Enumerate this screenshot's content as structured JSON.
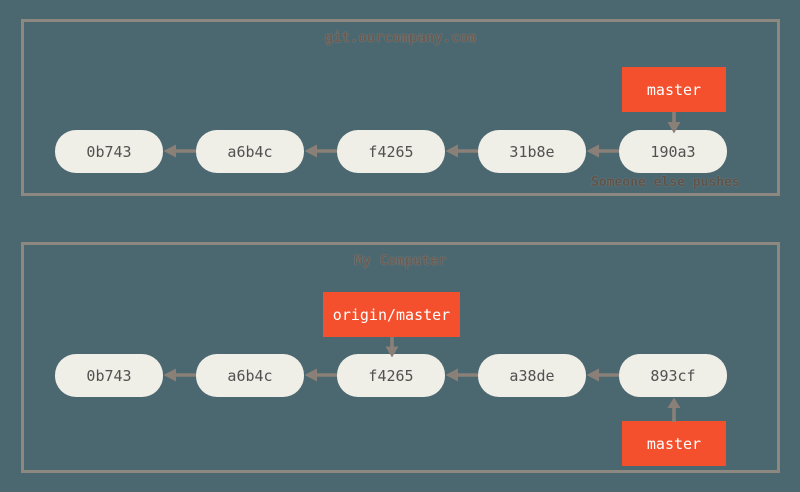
{
  "canvas": {
    "background_color": "#4b6770",
    "panel_border_color": "#8d8880",
    "arrow_color": "#8a8077",
    "commit_fill_color": "#efeee7",
    "commit_text_color": "#555050",
    "ref_box_color": "#f4502d",
    "ref_text_color": "#ffffff",
    "title_text_color": "#6a5c52"
  },
  "panels": [
    {
      "id": "remote",
      "title": "git.ourcompany.com",
      "commits": [
        {
          "sha": "0b743"
        },
        {
          "sha": "a6b4c"
        },
        {
          "sha": "f4265"
        },
        {
          "sha": "31b8e"
        },
        {
          "sha": "190a3"
        }
      ],
      "refs": [
        {
          "name": "master",
          "points_to": "190a3",
          "direction": "down"
        }
      ],
      "note": "Someone else pushes"
    },
    {
      "id": "local",
      "title": "My Computer",
      "commits": [
        {
          "sha": "0b743"
        },
        {
          "sha": "a6b4c"
        },
        {
          "sha": "f4265"
        },
        {
          "sha": "a38de"
        },
        {
          "sha": "893cf"
        }
      ],
      "refs": [
        {
          "name": "origin/master",
          "points_to": "f4265",
          "direction": "down"
        },
        {
          "name": "master",
          "points_to": "893cf",
          "direction": "up"
        }
      ],
      "note": ""
    }
  ]
}
